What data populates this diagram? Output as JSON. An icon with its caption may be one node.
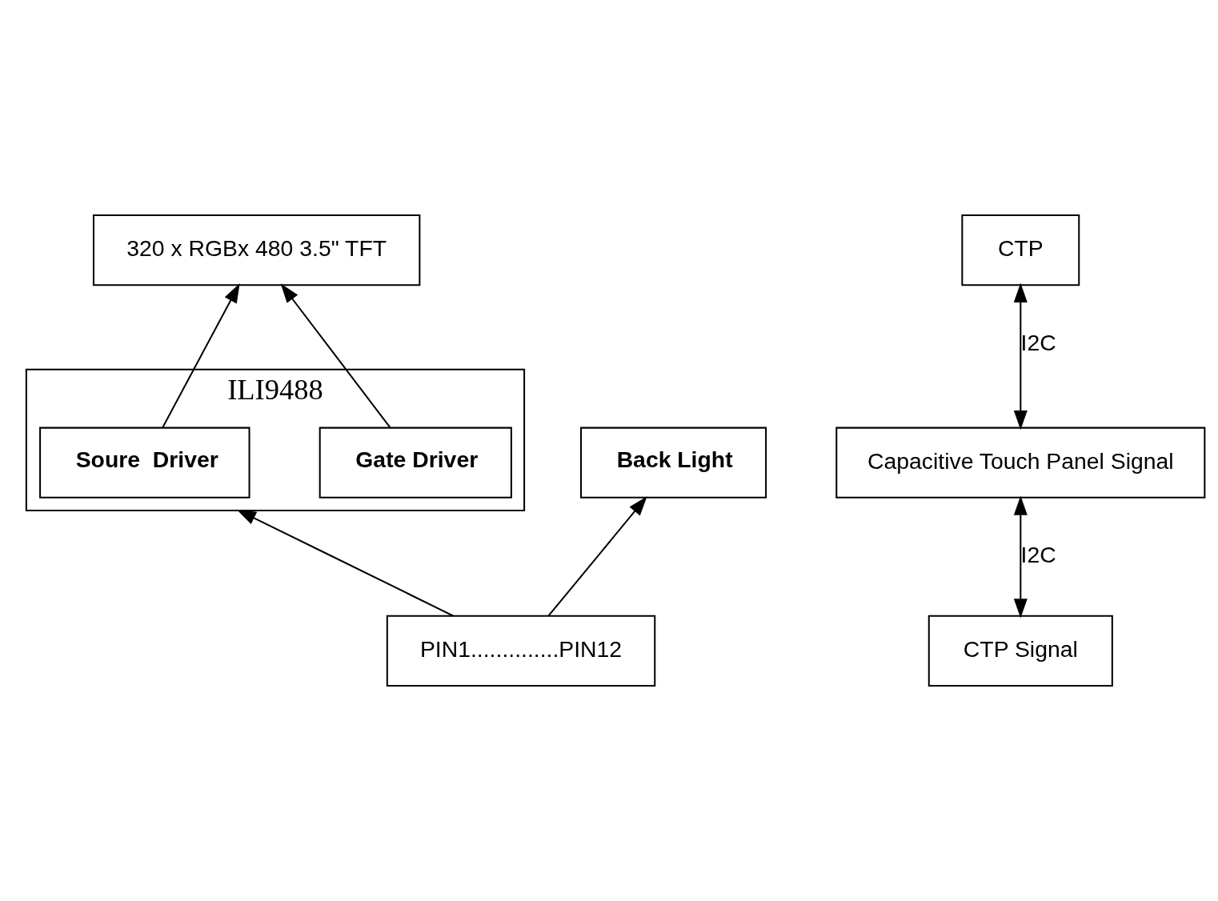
{
  "diagram": {
    "nodes": [
      {
        "text": [
          "320 x RGBx 480 3.5\" TFT"
        ]
      },
      {
        "text": [
          "ILI9488"
        ]
      },
      {
        "text": [
          "Soure  Driver"
        ],
        "in": 1
      },
      {
        "text": [
          "Gate Driver"
        ],
        "in": 1
      },
      {
        "text": [
          "Back Light"
        ]
      },
      {
        "text": [
          "PIN1..............PIN12"
        ]
      },
      {
        "text": [
          "CTP Signal"
        ]
      },
      {
        "text": [
          "Capacitive Touch Panel Signal"
        ]
      },
      {
        "text": [
          "CTP"
        ]
      }
    ],
    "edges": [
      {
        "from": 3,
        "to": 0,
        "arrow": "to"
      },
      {
        "from": 2,
        "to": 0,
        "arrow": "to"
      },
      {
        "from": 5,
        "to": 1,
        "arrow": "to"
      },
      {
        "from": 5,
        "to": 4,
        "arrow": "to"
      },
      {
        "from": 6,
        "to": 7,
        "arrow": "both",
        "label": "I2C"
      },
      {
        "from": 7,
        "to": 8,
        "arrow": "both",
        "label": "I2C"
      }
    ]
  }
}
